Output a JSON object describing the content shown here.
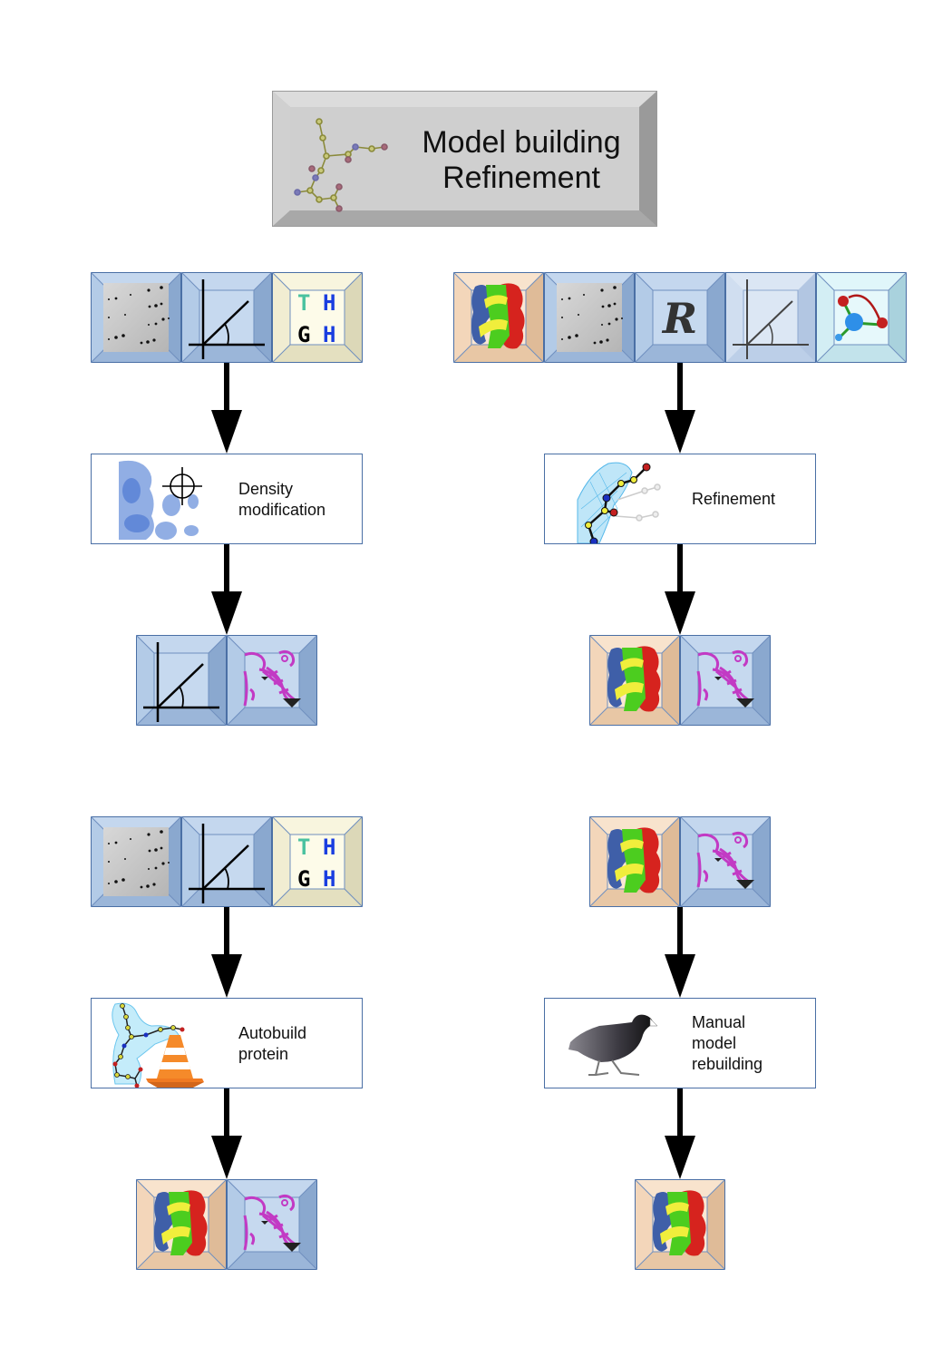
{
  "header": {
    "line1": "Model building",
    "line2": "Refinement",
    "icon": "molecule-chain-icon"
  },
  "colors": {
    "tile_blue": "#b9cfe9",
    "tile_peach": "#f6dfc8",
    "tile_cream": "#f7f4dc",
    "tile_cyan": "#d9f3f8",
    "border": "#4a6fa5",
    "arrow": "#000000"
  },
  "left_flow_top": {
    "inputs": [
      {
        "icon": "diffraction-image-icon"
      },
      {
        "icon": "phases-angle-icon"
      },
      {
        "icon": "hkl-sequence-icon",
        "letters": [
          "T",
          "H",
          "G",
          "H"
        ]
      }
    ],
    "process": {
      "icon": "density-map-crosshair-icon",
      "label_line1": "Density",
      "label_line2": "modification"
    },
    "outputs": [
      {
        "icon": "phases-angle-icon"
      },
      {
        "icon": "electron-density-map-icon"
      }
    ]
  },
  "right_flow_top": {
    "inputs": [
      {
        "icon": "protein-structure-icon"
      },
      {
        "icon": "diffraction-image-icon"
      },
      {
        "icon": "r-free-flag-icon",
        "letter": "R"
      },
      {
        "icon": "phases-angle-icon"
      },
      {
        "icon": "ligand-molecule-icon"
      }
    ],
    "process": {
      "icon": "refinement-model-icon",
      "label_line1": "Refinement"
    },
    "outputs": [
      {
        "icon": "protein-structure-icon"
      },
      {
        "icon": "electron-density-map-icon"
      }
    ]
  },
  "left_flow_bottom": {
    "inputs": [
      {
        "icon": "diffraction-image-icon"
      },
      {
        "icon": "phases-angle-icon"
      },
      {
        "icon": "hkl-sequence-icon",
        "letters": [
          "T",
          "H",
          "G",
          "H"
        ]
      }
    ],
    "process": {
      "icon": "autobuild-cone-icon",
      "label_line1": "Autobuild",
      "label_line2": "protein"
    },
    "outputs": [
      {
        "icon": "protein-structure-icon"
      },
      {
        "icon": "electron-density-map-icon"
      }
    ]
  },
  "right_flow_bottom": {
    "inputs": [
      {
        "icon": "protein-structure-icon"
      },
      {
        "icon": "electron-density-map-icon"
      }
    ],
    "process": {
      "icon": "coot-bird-icon",
      "label_line1": "Manual",
      "label_line2": "model",
      "label_line3": "rebuilding"
    },
    "outputs": [
      {
        "icon": "protein-structure-icon"
      }
    ]
  }
}
